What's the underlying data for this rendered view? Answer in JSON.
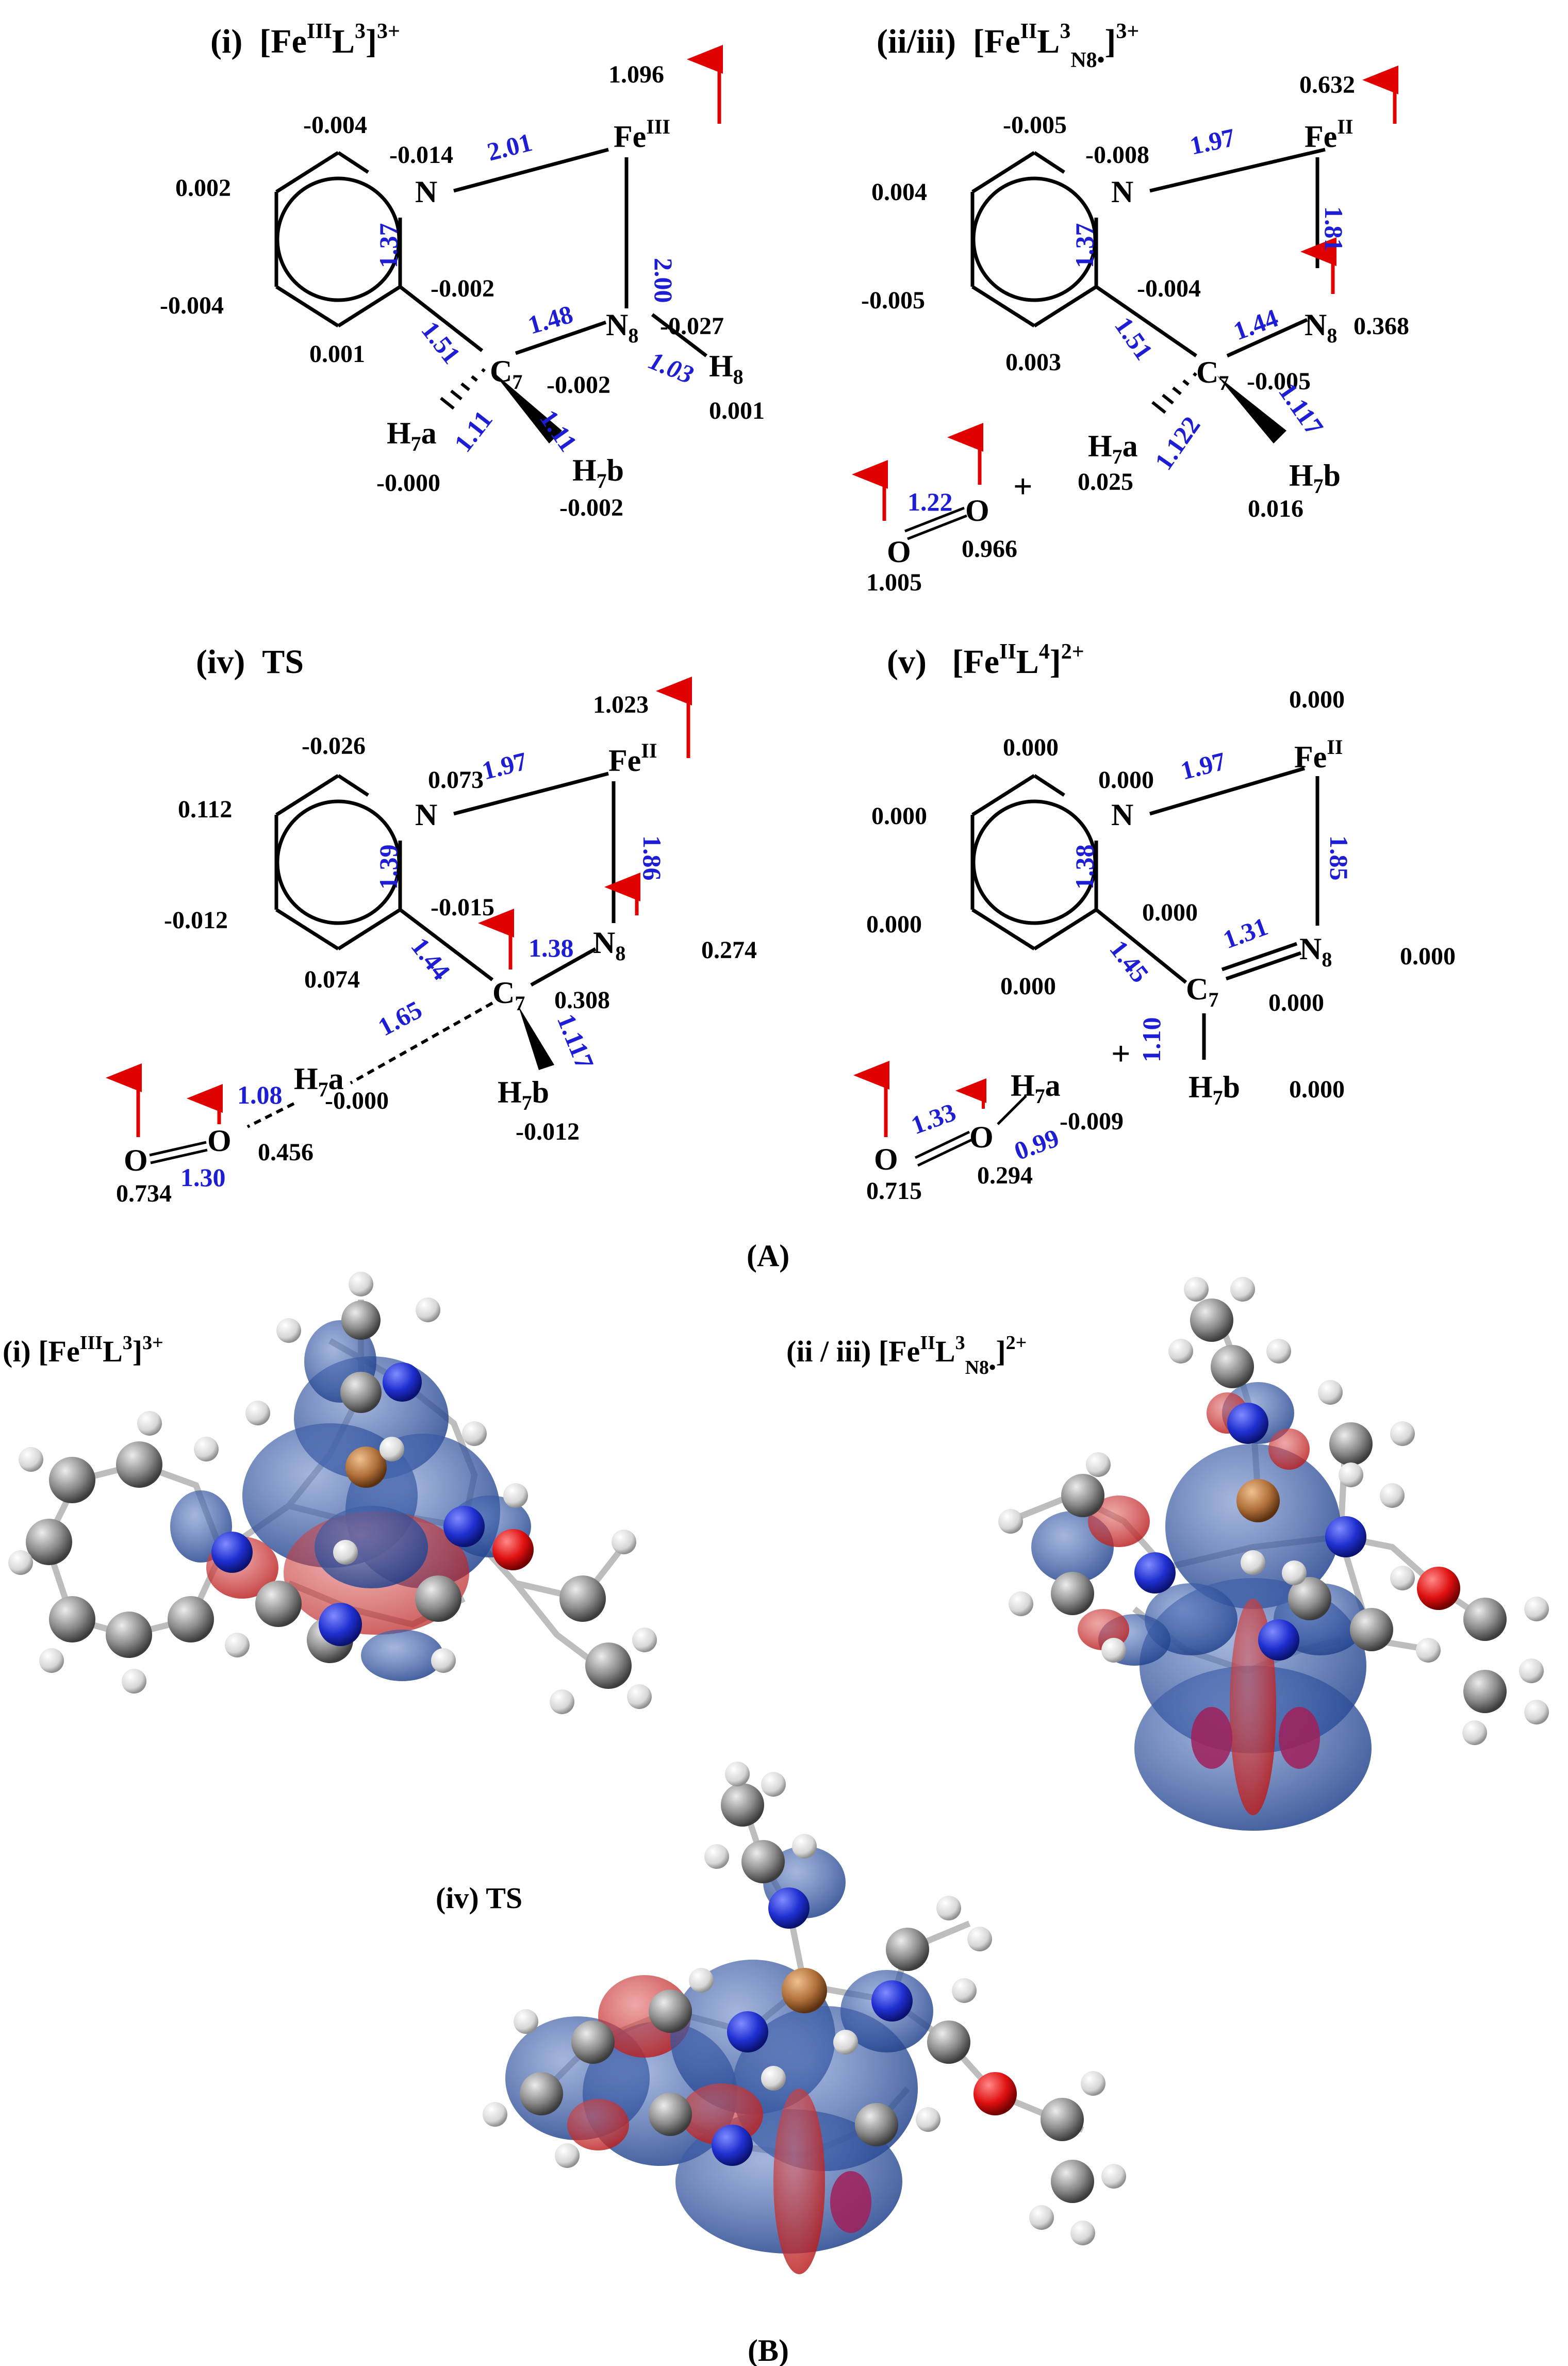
{
  "panel_a": {
    "label": "(A)",
    "i": {
      "title": "(i)  [Fe(III)L3]3+",
      "fe": "Fe(III)",
      "fe_spin": "1.096",
      "n_ring": "N",
      "n_spin": "-0.014",
      "c_top_spin": "-0.004",
      "c_left_spin": "0.002",
      "c_lowleft_spin": "-0.004",
      "c_bottom_spin": "0.001",
      "c2_spin": "-0.002",
      "c7": "C7",
      "c7_spin": "-0.002",
      "n8": "N8",
      "n8_spin": "-0.027",
      "h8": "H8",
      "h8_spin": "0.001",
      "h7a": "H7a",
      "h7a_spin": "-0.000",
      "h7b": "H7b",
      "h7b_spin": "-0.002",
      "b_fe_n": "2.01",
      "b_fe_n8": "2.00",
      "b_n_c2": "1.37",
      "b_c2_c7": "1.51",
      "b_c7_n8": "1.48",
      "b_n8_h8": "1.03",
      "b_c7_h7a": "1.11",
      "b_c7_h7b": "1.11"
    },
    "ii": {
      "title": "(ii/iii)  [Fe(II)L3N8•]3+",
      "fe": "Fe(II)",
      "fe_spin": "0.632",
      "n_ring": "N",
      "n_spin": "-0.008",
      "c_top_spin": "-0.005",
      "c_left_spin": "0.004",
      "c_lowleft_spin": "-0.005",
      "c_bottom_spin": "0.003",
      "c2_spin": "-0.004",
      "c7": "C7",
      "c7_spin": "-0.005",
      "n8": "N8",
      "n8_spin": "0.368",
      "h7a": "H7a",
      "h7a_spin": "0.025",
      "h7b": "H7b",
      "h7b_spin": "0.016",
      "o1": "O",
      "o1_spin": "1.005",
      "o2": "O",
      "o2_spin": "0.966",
      "plus": "+",
      "b_fe_n": "1.97",
      "b_fe_n8": "1.81",
      "b_n_c2": "1.37",
      "b_c2_c7": "1.51",
      "b_c7_n8": "1.44",
      "b_c7_h7a": "1.122",
      "b_c7_h7b": "1.117",
      "b_o_o": "1.22"
    },
    "iv": {
      "title": "(iv)  TS",
      "fe": "Fe(II)",
      "fe_spin": "1.023",
      "n_ring": "N",
      "n_spin": "0.073",
      "c_top_spin": "-0.026",
      "c_left_spin": "0.112",
      "c_lowleft_spin": "-0.012",
      "c_bottom_spin": "0.074",
      "c2_spin": "-0.015",
      "c7": "C7",
      "c7_spin": "0.308",
      "n8": "N8",
      "n8_spin": "0.274",
      "h7a": "H7a",
      "h7a_spin": "-0.000",
      "h7b": "H7b",
      "h7b_spin": "-0.012",
      "o1": "O",
      "o1_spin": "0.734",
      "o2": "O",
      "o2_spin": "0.456",
      "b_fe_n": "1.97",
      "b_fe_n8": "1.86",
      "b_n_c2": "1.39",
      "b_c2_c7": "1.44",
      "b_c7_n8": "1.38",
      "b_c7_h7b": "1.117",
      "b_c7_h7a": "1.65",
      "b_h7a_o": "1.08",
      "b_o_o": "1.30"
    },
    "v": {
      "title": "(v)   [Fe(II)L4]2+",
      "fe": "Fe(II)",
      "fe_spin": "0.000",
      "n_ring": "N",
      "n_spin": "0.000",
      "c_top_spin": "0.000",
      "c_left_spin": "0.000",
      "c_lowleft_spin": "0.000",
      "c_bottom_spin": "0.000",
      "c2_spin": "0.000",
      "c7": "C7",
      "c7_spin": "0.000",
      "n8": "N8",
      "n8_spin": "0.000",
      "h7b": "H7b",
      "h7b_spin": "0.000",
      "h7a": "H7a",
      "h7a_spin": "-0.009",
      "o1": "O",
      "o1_spin": "0.715",
      "o2": "O",
      "o2_spin": "0.294",
      "plus": "+",
      "b_fe_n": "1.97",
      "b_fe_n8": "1.85",
      "b_n_c2": "1.38",
      "b_c2_c7": "1.45",
      "b_c7_n8": "1.31",
      "b_c7_h7b": "1.10",
      "b_o_o": "1.33",
      "b_o_h": "0.99"
    }
  },
  "panel_b": {
    "label": "(B)",
    "i_title": "(i) [Fe(III)L3]3+",
    "ii_title": "(ii / iii) [Fe(II)L3N8•]2+",
    "iv_title": "(iv) TS"
  },
  "colors": {
    "bond_length": "#1d1dd6",
    "arrow": "#e00000",
    "carbon": "#8a8a8a",
    "nitrogen": "#1f2fd0",
    "oxygen": "#e01010",
    "iron": "#b0703a",
    "spin_blue": "#1e3f8a",
    "spin_red": "#b81c1c"
  }
}
